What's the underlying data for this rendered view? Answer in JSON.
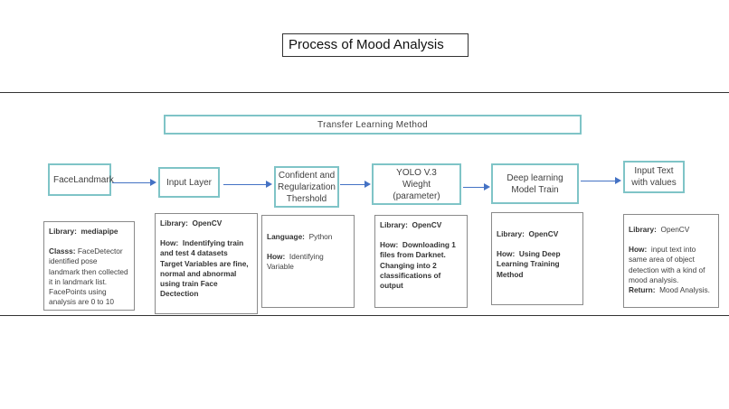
{
  "title": "Process of Mood Analysis",
  "banner": "Transfer   Learning   Method",
  "steps": [
    {
      "label": "FaceLandmark"
    },
    {
      "label": "Input  Layer"
    },
    {
      "label": "Confident  and Regularization Thershold"
    },
    {
      "label": "YOLO V.3 Wieght (parameter)"
    },
    {
      "label": "Deep learning  Model Train"
    },
    {
      "label": "Input  Text with values"
    }
  ],
  "details": [
    {
      "library_label": "Library:",
      "library_value": "mediapipe",
      "class_label": "Classs:",
      "class_value": "FaceDetector identified  pose landmark  then collected  it in landmark list. FacePoints  using analysis  are  0 to 10"
    },
    {
      "library_label": "Library:",
      "library_value": "OpenCV",
      "how_label": "How:",
      "how_value": "Indentifying  train and  test 4 datasets",
      "target_value": "Target  Variables  are fine, normal  and  abnormal using  train Face Dectection"
    },
    {
      "language_label": "Language:",
      "language_value": "Python",
      "how_label": "How:",
      "how_value": "Identifying Variable"
    },
    {
      "library_label": "Library:",
      "library_value": "OpenCV",
      "how_label": "How:",
      "how_value": "Downloading   1 files from Darknet. Changing  into 2 classifications  of output"
    },
    {
      "library_label": "Library:",
      "library_value": "OpenCV",
      "how_label": "How:",
      "how_value": "Using  Deep Learning  Training Method"
    },
    {
      "library_label": "Library:",
      "library_value": "OpenCV",
      "how_label": "How:",
      "how_value": "input  text into same  area  of object detection  with a kind of mood  analysis.",
      "return_label": "Return:",
      "return_value": "Mood Analysis."
    }
  ]
}
